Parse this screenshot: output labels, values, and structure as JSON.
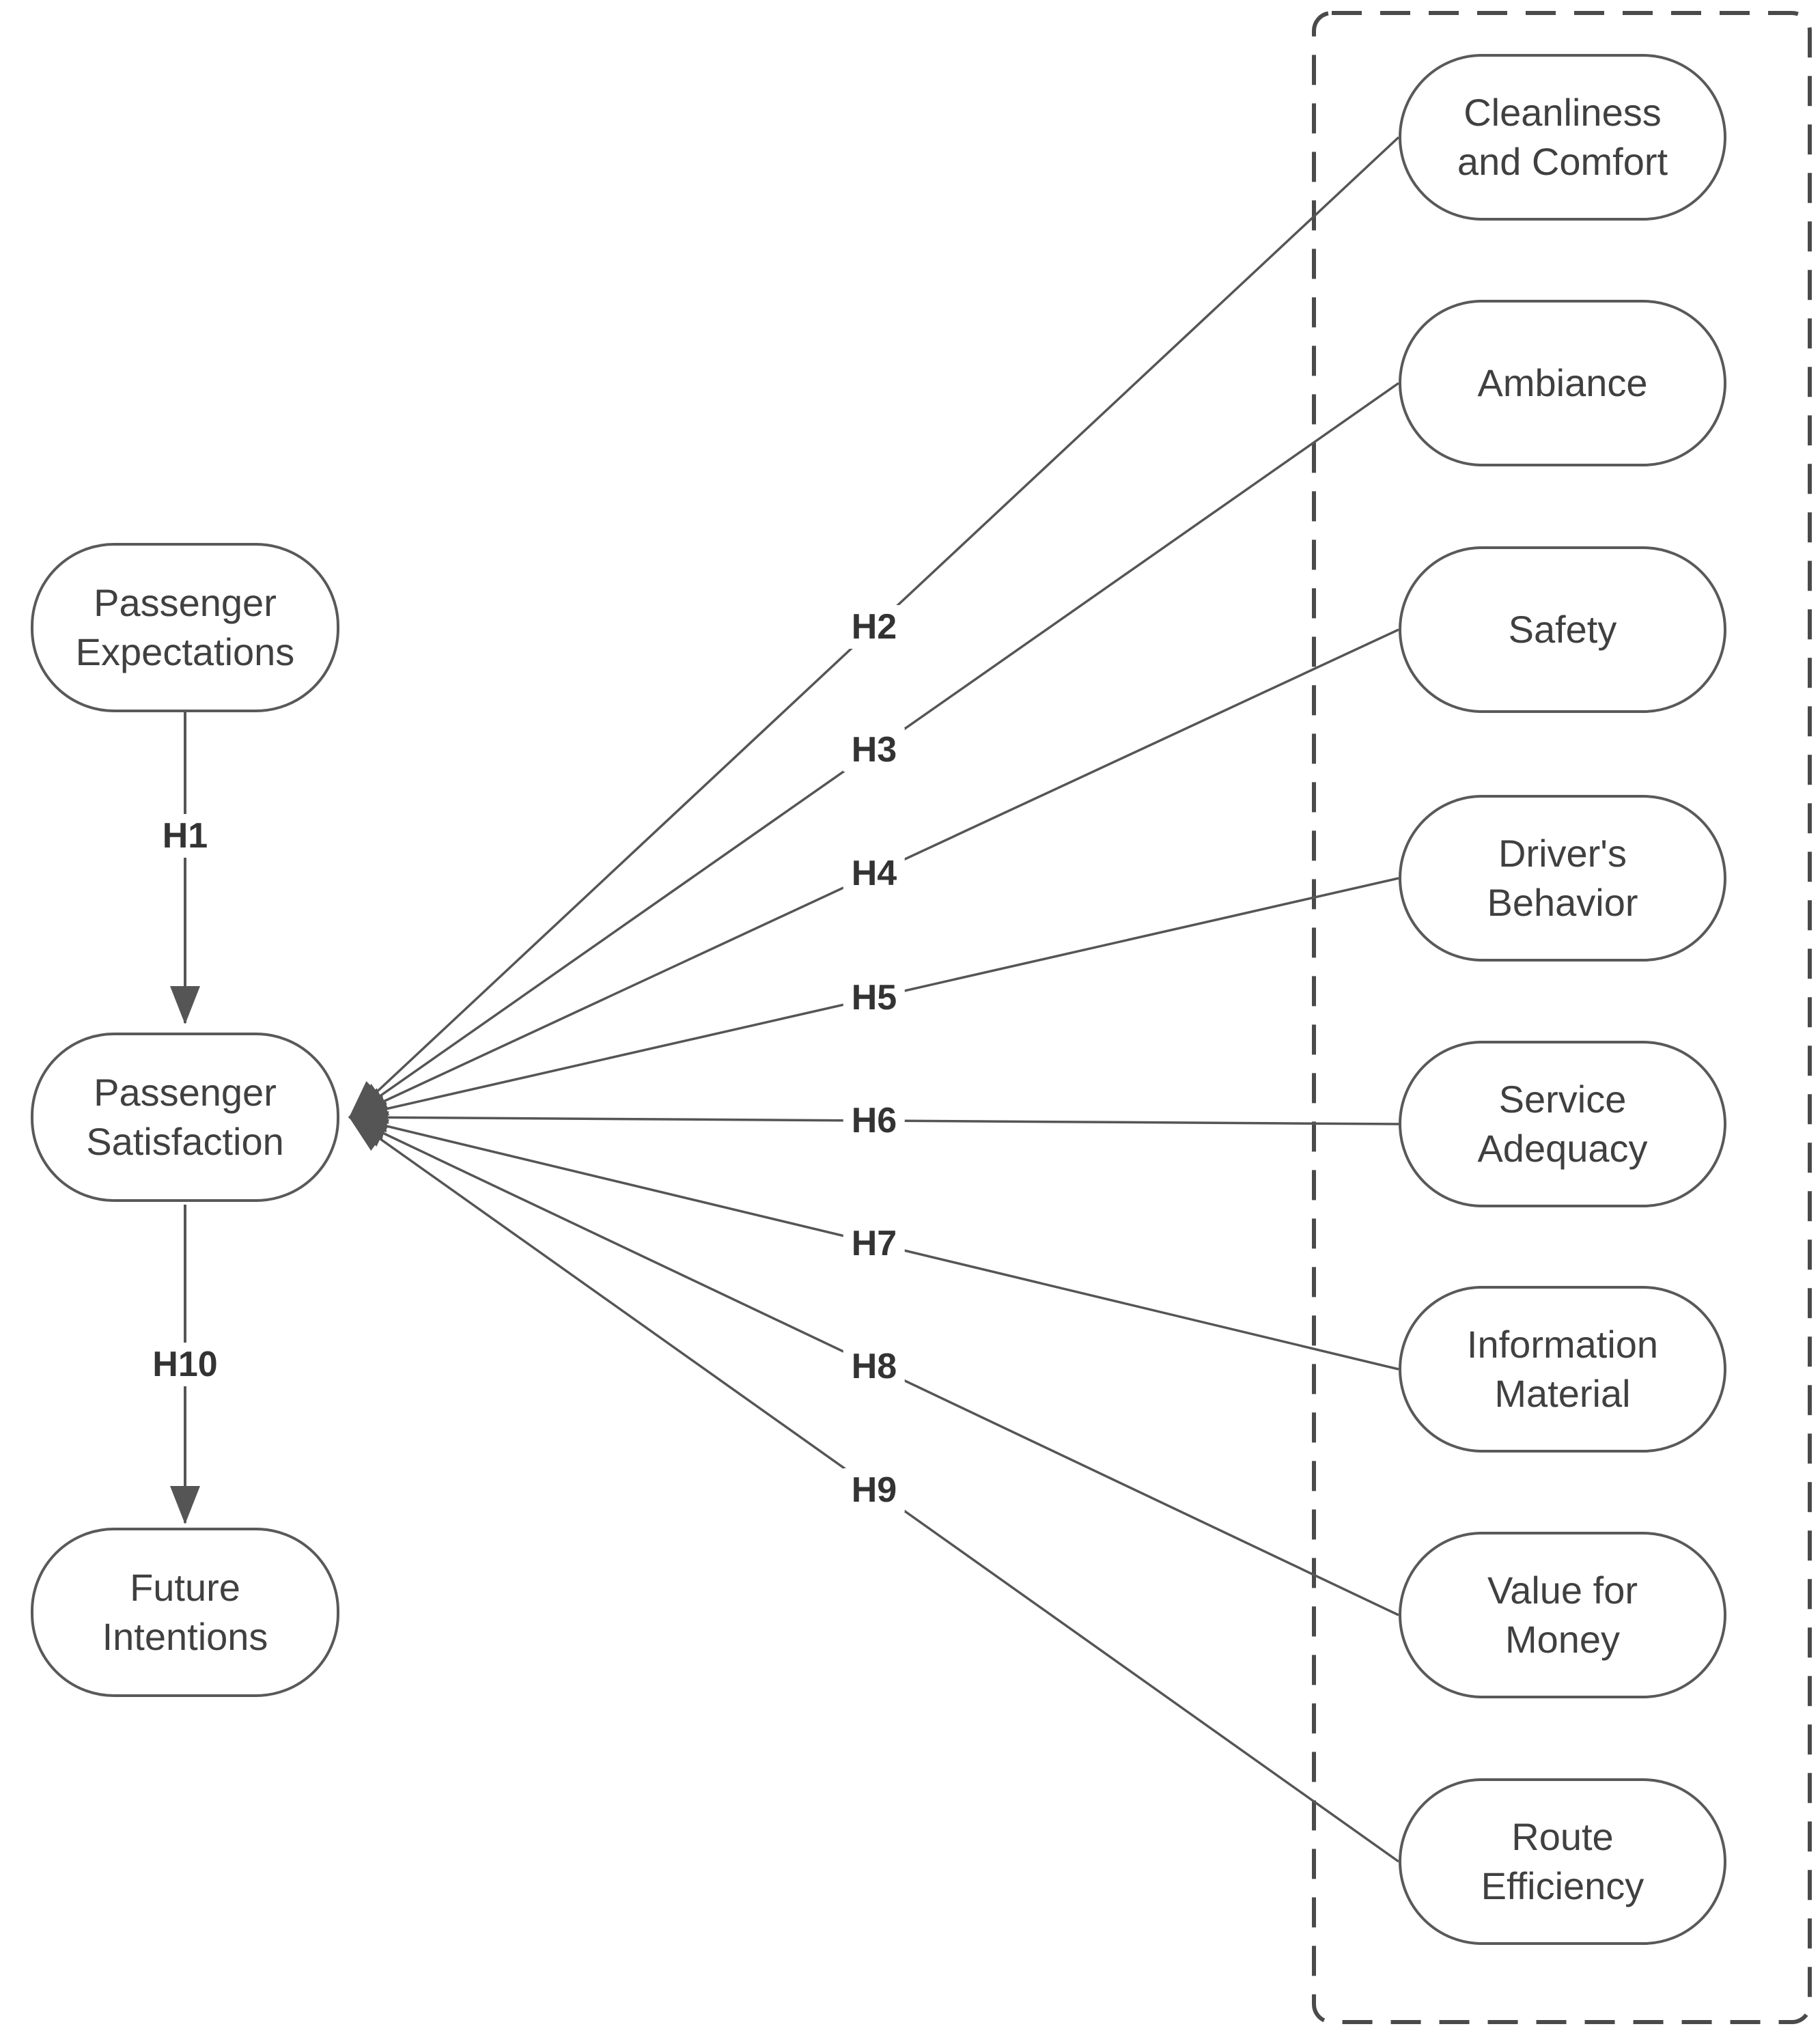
{
  "figure": {
    "background": "#ffffff",
    "left_nodes": [
      {
        "name": "Passenger Expectations",
        "label": "Passenger\nExpectations"
      },
      {
        "name": "Passenger Satisfaction",
        "label": "Passenger\nSatisfaction"
      },
      {
        "name": "Future Intentions",
        "label": "Future\nIntentions"
      }
    ],
    "service_quality_nodes": [
      {
        "name": "Cleanliness and Comfort",
        "label": "Cleanliness\nand Comfort"
      },
      {
        "name": "Ambiance",
        "label": "Ambiance"
      },
      {
        "name": "Safety",
        "label": "Safety"
      },
      {
        "name": "Driver's Behavior",
        "label": "Driver's\nBehavior"
      },
      {
        "name": "Service Adequacy",
        "label": "Service\nAdequacy"
      },
      {
        "name": "Information Material",
        "label": "Information\nMaterial"
      },
      {
        "name": "Value for Money",
        "label": "Value for\nMoney"
      },
      {
        "name": "Route Efficiency",
        "label": "Route\nEfficiency"
      }
    ],
    "hypotheses": [
      {
        "label": "H1",
        "from": "Passenger Expectations",
        "to": "Passenger Satisfaction"
      },
      {
        "label": "H2",
        "from": "Cleanliness and Comfort",
        "to": "Passenger Satisfaction"
      },
      {
        "label": "H3",
        "from": "Ambiance",
        "to": "Passenger Satisfaction"
      },
      {
        "label": "H4",
        "from": "Safety",
        "to": "Passenger Satisfaction"
      },
      {
        "label": "H5",
        "from": "Driver's Behavior",
        "to": "Passenger Satisfaction"
      },
      {
        "label": "H6",
        "from": "Service Adequacy",
        "to": "Passenger Satisfaction"
      },
      {
        "label": "H7",
        "from": "Information Material",
        "to": "Passenger Satisfaction"
      },
      {
        "label": "H8",
        "from": "Value for Money",
        "to": "Passenger Satisfaction"
      },
      {
        "label": "H9",
        "from": "Route Efficiency",
        "to": "Passenger Satisfaction"
      },
      {
        "label": "H10",
        "from": "Passenger Satisfaction",
        "to": "Future Intentions"
      }
    ],
    "colors": {
      "node_border": "#595959",
      "node_text": "#404040",
      "connector": "#555555",
      "hypothesis_text": "#333333",
      "dashed_frame": "#4a4a4a"
    }
  }
}
